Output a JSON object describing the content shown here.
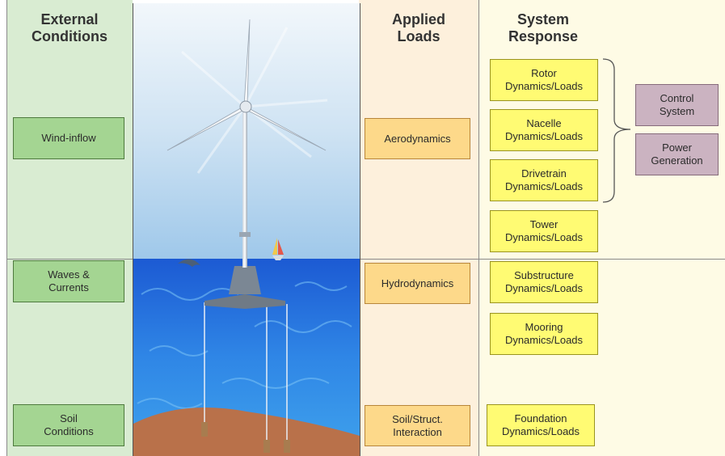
{
  "headers": {
    "external_conditions": "External\nConditions",
    "applied_loads": "Applied\nLoads",
    "system_response": "System\nResponse"
  },
  "external": {
    "wind": "Wind-inflow",
    "waves": "Waves &\nCurrents",
    "soil": "Soil\nConditions"
  },
  "loads": {
    "aero": "Aerodynamics",
    "hydro": "Hydrodynamics",
    "soil_struct": "Soil/Struct.\nInteraction"
  },
  "response": {
    "rotor": "Rotor\nDynamics/Loads",
    "nacelle": "Nacelle\nDynamics/Loads",
    "drivetrain": "Drivetrain\nDynamics/Loads",
    "tower": "Tower\nDynamics/Loads",
    "substructure": "Substructure\nDynamics/Loads",
    "mooring": "Mooring\nDynamics/Loads",
    "foundation": "Foundation\nDynamics/Loads"
  },
  "control": {
    "control_system": "Control\nSystem",
    "power_generation": "Power\nGeneration"
  },
  "colors": {
    "external_bg": "#d9ecd2",
    "external_box": "#a4d592",
    "loads_bg": "#fdf0dc",
    "loads_box": "#fdd98a",
    "response_bg": "#fefbe5",
    "response_box": "#fffb73",
    "control_box": "#cbb3c1",
    "sky": "#cfe6f5",
    "sea": "#1d5fd6",
    "seabed": "#b9714a"
  }
}
